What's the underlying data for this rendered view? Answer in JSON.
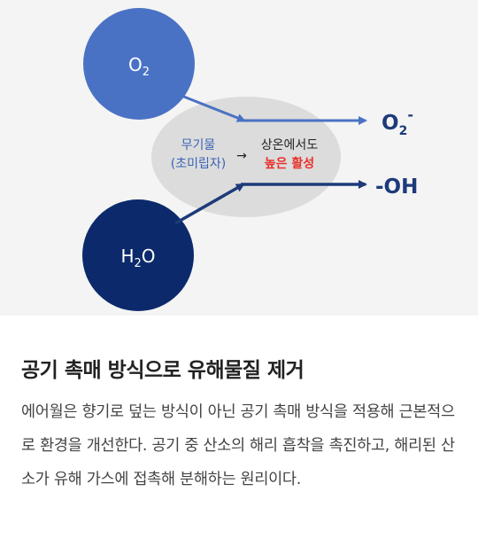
{
  "diagram": {
    "o2_node": {
      "label": "O",
      "sub": "2"
    },
    "h2o_node": {
      "label_pre": "H",
      "sub": "2",
      "label_post": "O"
    },
    "catalyst": {
      "line1": "무기물",
      "line2": "(초미립자)",
      "arrow": "→",
      "line3": "상온에서도",
      "line4": "높은 활성"
    },
    "outputs": {
      "superoxide": {
        "label": "O",
        "sub": "2",
        "sup": "-"
      },
      "hydroxyl": {
        "label": "-OH"
      }
    },
    "colors": {
      "o2_blue": "#4a72c4",
      "h2o_navy": "#0c2a6b",
      "catalyst_gray": "#dcdcdc",
      "output_text": "#1d3b7a",
      "highlight_red": "#e8322b",
      "background": "#f4f4f4"
    }
  },
  "section": {
    "title": "공기 촉매 방식으로 유해물질 제거",
    "description": "에어월은 향기로 덮는 방식이 아닌 공기 촉매 방식을 적용해 근본적으로 환경을 개선한다. 공기 중 산소의 해리 흡착을 촉진하고, 해리된 산소가 유해 가스에 접촉해 분해하는 원리이다."
  }
}
